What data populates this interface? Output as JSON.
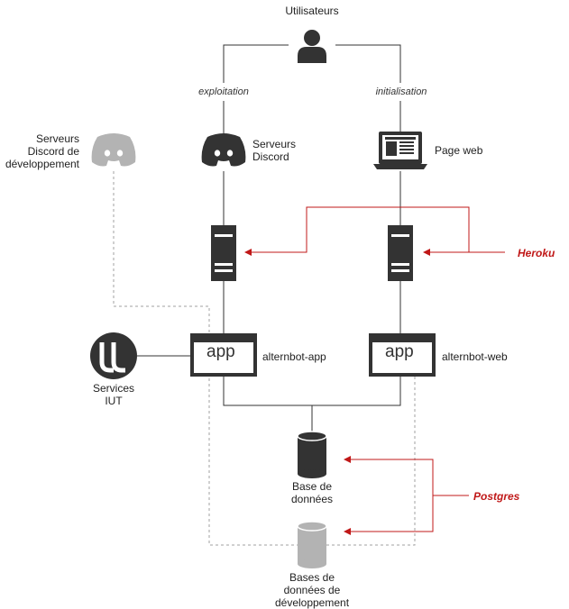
{
  "nodes": {
    "users": {
      "label": "Utilisateurs",
      "icon": "user-icon"
    },
    "discord_prod": {
      "label_line1": "Serveurs",
      "label_line2": "Discord",
      "icon": "discord-icon"
    },
    "discord_dev": {
      "label_line1": "Serveurs",
      "label_line2": "Discord de",
      "label_line3": "développement",
      "icon": "discord-icon"
    },
    "web_page": {
      "label": "Page web",
      "icon": "laptop-icon"
    },
    "app_server": {
      "icon": "server-icon"
    },
    "web_server": {
      "icon": "server-icon"
    },
    "app_block": {
      "box_text": "app",
      "label": "alternbot-app"
    },
    "web_block": {
      "box_text": "app",
      "label": "alternbot-web"
    },
    "iut": {
      "label_line1": "Services",
      "label_line2": "IUT",
      "icon": "iut-logo-icon"
    },
    "db": {
      "label_line1": "Base de",
      "label_line2": "données",
      "icon": "database-icon"
    },
    "dev_db": {
      "label_line1": "Bases de",
      "label_line2": "données de",
      "label_line3": "développement",
      "icon": "database-icon"
    }
  },
  "edges": {
    "exploitation": "exploitation",
    "initialisation": "initialisation"
  },
  "providers": {
    "heroku": "Heroku",
    "postgres": "Postgres"
  },
  "colors": {
    "accent_red": "#c01818",
    "icon_dark": "#333333",
    "icon_dev_grey": "#b3b3b3",
    "line": "#333333",
    "dashed_line": "#a0a0a0"
  }
}
